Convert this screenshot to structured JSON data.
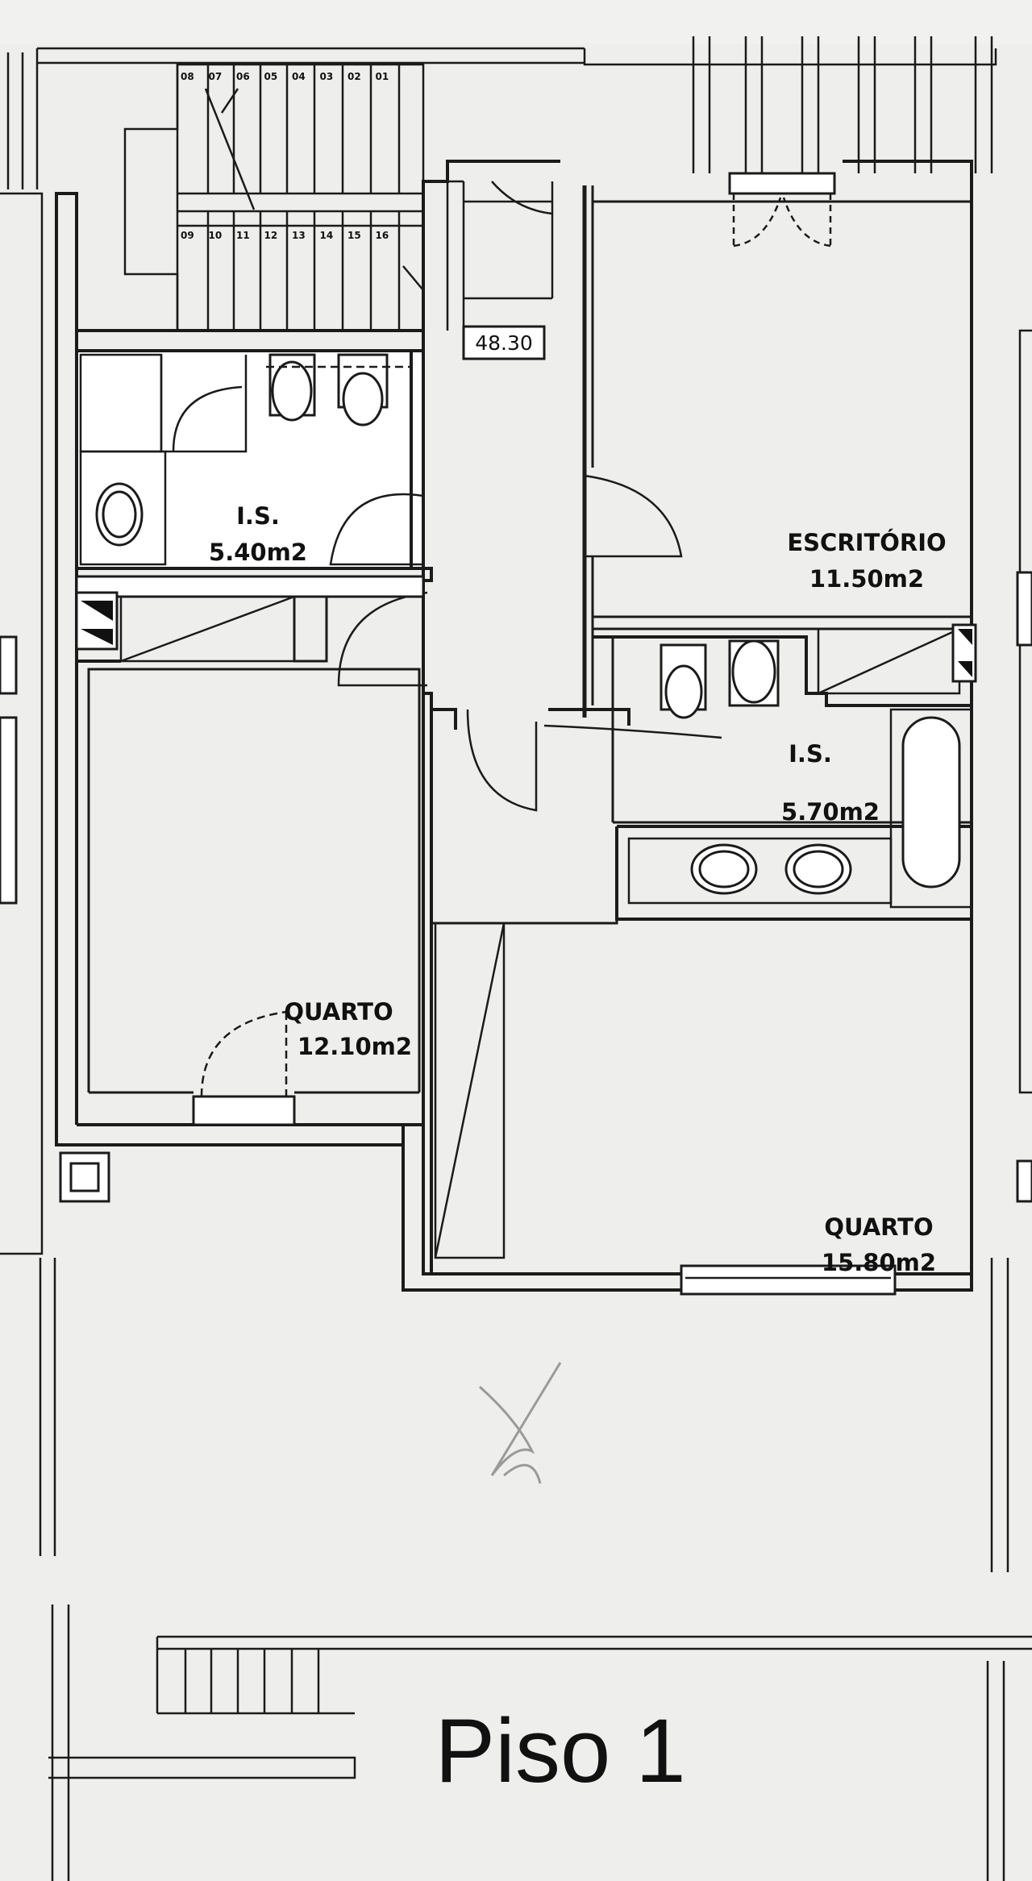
{
  "level_mark": "48.30",
  "stair_steps_top": [
    "08",
    "07",
    "06",
    "05",
    "04",
    "03",
    "02",
    "01"
  ],
  "stair_steps_bottom": [
    "09",
    "10",
    "11",
    "12",
    "13",
    "14",
    "15",
    "16"
  ],
  "rooms": [
    {
      "name": "I.S.",
      "area": "5.40m2"
    },
    {
      "name": "ESCRITÓRIO",
      "area": "11.50m2"
    },
    {
      "name": "I.S.",
      "area": "5.70m2"
    },
    {
      "name": "QUARTO",
      "area": "12.10m2"
    },
    {
      "name": "QUARTO",
      "area": "15.80m2"
    }
  ],
  "floor_title": "Piso 1",
  "colors": {
    "background": "#f1f1ef",
    "line": "#1b1b1b",
    "fill": "#ffffff"
  }
}
